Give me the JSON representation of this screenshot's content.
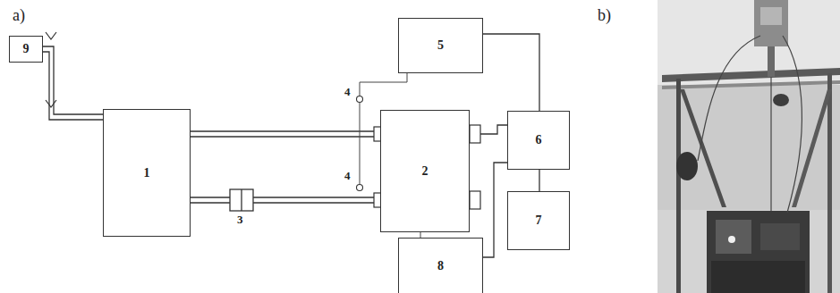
{
  "diagram": {
    "nodes": [
      {
        "text": [
          "9"
        ]
      },
      {
        "text": [
          "1"
        ]
      },
      {
        "text": [
          "5"
        ]
      },
      {
        "text": [
          "2"
        ]
      },
      {
        "text": [
          "6"
        ]
      },
      {
        "text": [
          "7"
        ]
      },
      {
        "text": [
          "8"
        ]
      }
    ],
    "edges": [
      {
        "from": 0,
        "to": 1,
        "arrow": "none"
      },
      {
        "from": 1,
        "to": 3,
        "arrow": "none"
      },
      {
        "from": 1,
        "to": 3,
        "arrow": "none"
      },
      {
        "from": 2,
        "to": 4,
        "arrow": "none"
      },
      {
        "from": 4,
        "to": 5,
        "arrow": "none"
      },
      {
        "from": 6,
        "to": 4,
        "arrow": "none"
      },
      {
        "from": 3,
        "to": 4,
        "arrow": "none"
      }
    ],
    "labels": [
      "a)",
      "b)",
      "4",
      "4",
      "3"
    ]
  }
}
